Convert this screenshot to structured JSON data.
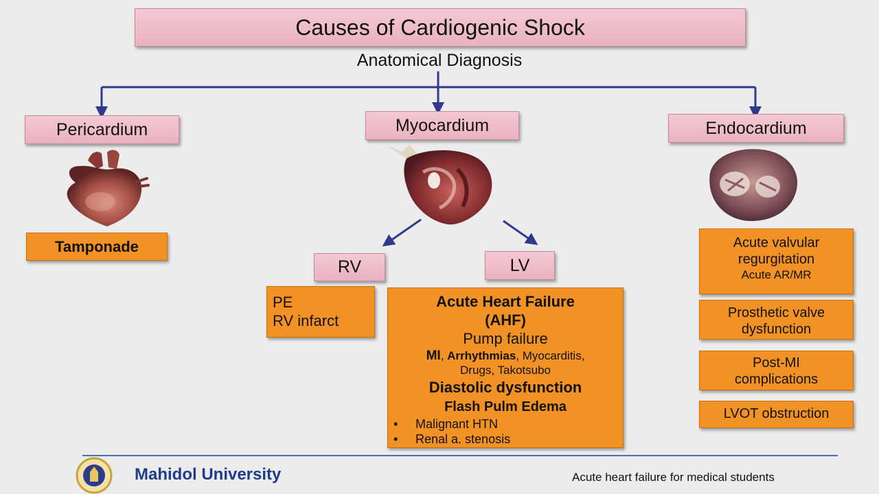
{
  "title": "Causes of Cardiogenic Shock",
  "subtitle": "Anatomical Diagnosis",
  "pericardium": {
    "label": "Pericardium",
    "causes": [
      "Tamponade"
    ]
  },
  "myocardium": {
    "label": "Myocardium",
    "rv": {
      "label": "RV",
      "causes": [
        "PE",
        "RV infarct"
      ]
    },
    "lv": {
      "label": "LV",
      "ahf_line1": "Acute Heart Failure",
      "ahf_line2": "(AHF)",
      "pump_failure": "Pump failure",
      "mi": "MI",
      "arrhythmias": "Arrhythmias",
      "others_line1": ", Myocarditis,",
      "others_line2": "Drugs, Takotsubo",
      "diastolic": "Diastolic dysfunction",
      "flash": "Flash Pulm Edema",
      "bullets": [
        "Malignant HTN",
        "Renal a. stenosis"
      ]
    }
  },
  "endocardium": {
    "label": "Endocardium",
    "causes": [
      {
        "line1": "Acute valvular",
        "line2": "regurgitation",
        "line3": "Acute AR/MR"
      },
      {
        "line1": "Prosthetic valve",
        "line2": "dysfunction"
      },
      {
        "line1": "Post-MI",
        "line2": "complications"
      },
      {
        "line1": "LVOT obstruction"
      }
    ]
  },
  "footer": {
    "university": "Mahidol University",
    "course": "Acute heart failure for medical students"
  },
  "colors": {
    "node_fill": "#eebcc9",
    "cause_fill": "#f29224",
    "connector": "#2e3a8c",
    "footer_text": "#1f3c8a"
  }
}
